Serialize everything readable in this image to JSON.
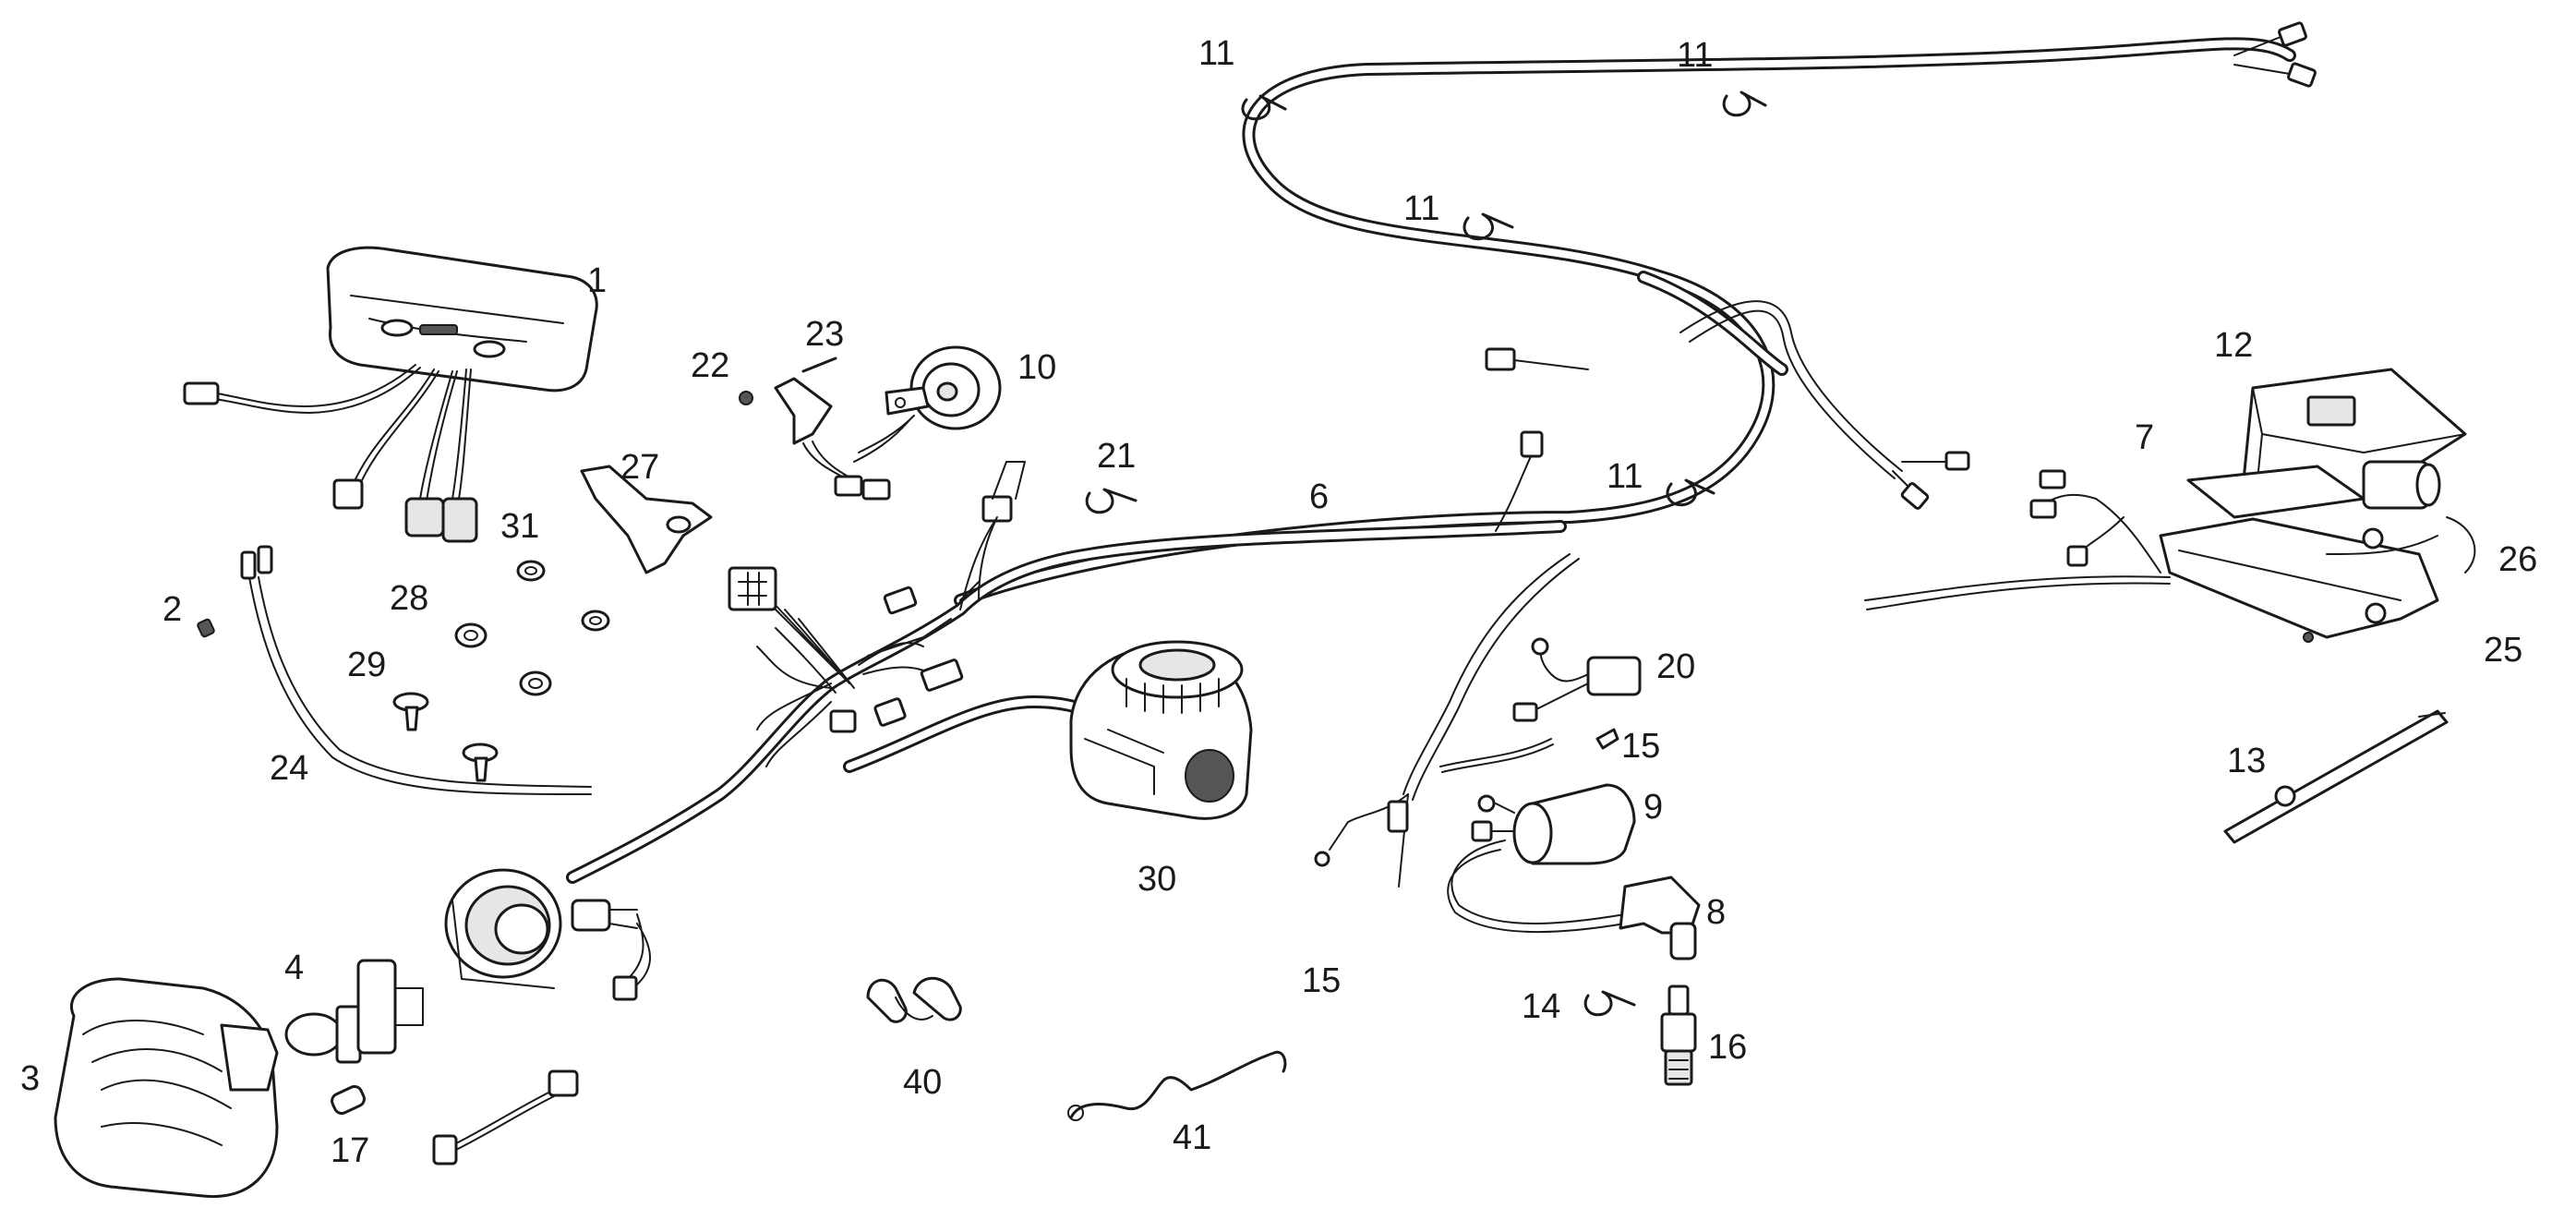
{
  "diagram": {
    "labels": [
      "1",
      "2",
      "3",
      "4",
      "6",
      "7",
      "8",
      "9",
      "10",
      "11",
      "11",
      "11",
      "11",
      "12",
      "13",
      "14",
      "15",
      "15",
      "16",
      "17",
      "20",
      "21",
      "22",
      "23",
      "24",
      "25",
      "26",
      "27",
      "28",
      "29",
      "30",
      "31",
      "40",
      "41"
    ]
  }
}
